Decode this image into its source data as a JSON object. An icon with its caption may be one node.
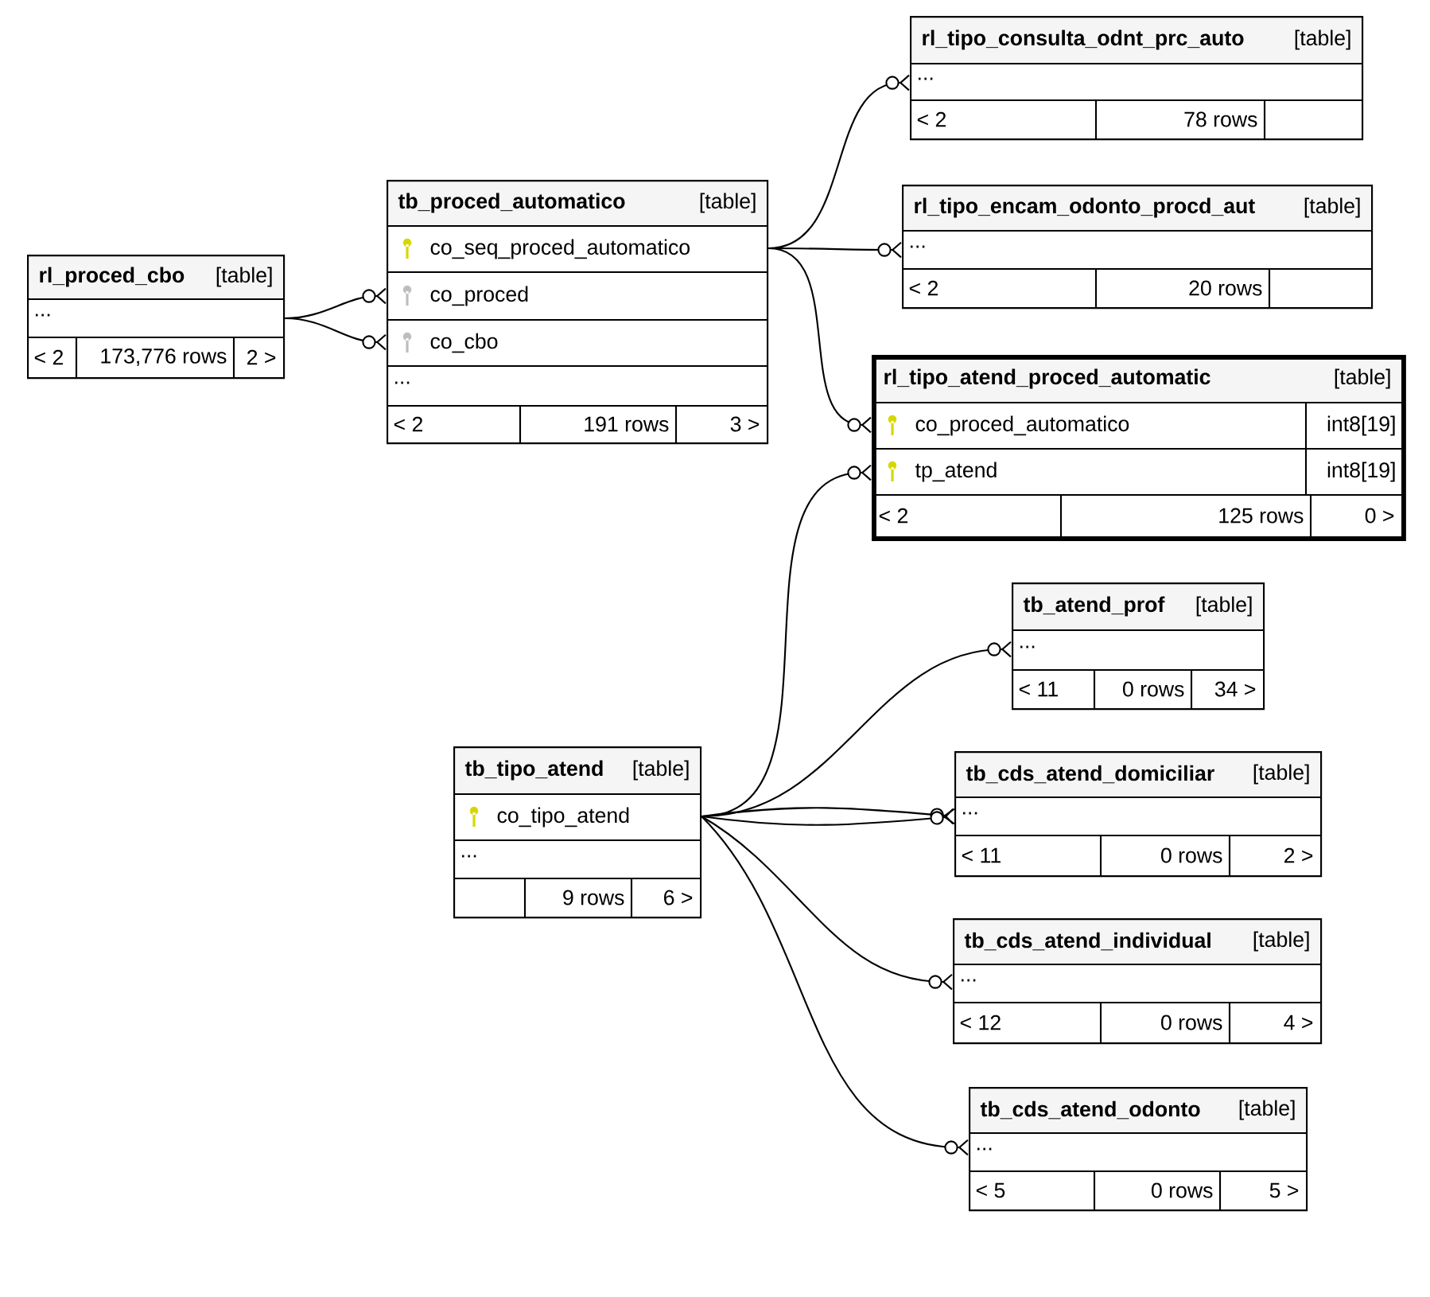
{
  "diagram": {
    "nodes": [
      {
        "text": [
          "rl_proced_cbo",
          "[table]",
          "...",
          "< 2",
          "173,776 rows",
          "2 >"
        ]
      },
      {
        "text": [
          "tb_proced_automatico",
          "[table]",
          "co_seq_proced_automatico",
          "co_proced",
          "co_cbo",
          "...",
          "< 2",
          "191 rows",
          "3 >"
        ]
      },
      {
        "text": [
          "rl_tipo_consulta_odnt_prc_auto",
          "[table]",
          "...",
          "< 2",
          "78 rows"
        ]
      },
      {
        "text": [
          "rl_tipo_encam_odonto_procd_aut",
          "[table]",
          "...",
          "< 2",
          "20 rows"
        ]
      },
      {
        "text": [
          "rl_tipo_atend_proced_automatic",
          "[table]",
          "co_proced_automatico",
          "int8[19]",
          "tp_atend",
          "int8[19]",
          "< 2",
          "125 rows",
          "0 >"
        ]
      },
      {
        "text": [
          "tb_atend_prof",
          "[table]",
          "...",
          "< 11",
          "0 rows",
          "34 >"
        ]
      },
      {
        "text": [
          "tb_tipo_atend",
          "[table]",
          "co_tipo_atend",
          "...",
          "9 rows",
          "6 >"
        ]
      },
      {
        "text": [
          "tb_cds_atend_domiciliar",
          "[table]",
          "...",
          "< 11",
          "0 rows",
          "2 >"
        ]
      },
      {
        "text": [
          "tb_cds_atend_individual",
          "[table]",
          "...",
          "< 12",
          "0 rows",
          "4 >"
        ]
      },
      {
        "text": [
          "tb_cds_atend_odonto",
          "[table]",
          "...",
          "< 5",
          "0 rows",
          "5 >"
        ]
      }
    ],
    "edges": [
      {
        "from": 0,
        "to": 1,
        "arrow": "other"
      },
      {
        "from": 0,
        "to": 1,
        "arrow": "other"
      },
      {
        "from": 1,
        "to": 2,
        "arrow": "other"
      },
      {
        "from": 1,
        "to": 3,
        "arrow": "other"
      },
      {
        "from": 1,
        "to": 4,
        "arrow": "other"
      },
      {
        "from": 6,
        "to": 4,
        "arrow": "other"
      },
      {
        "from": 6,
        "to": 5,
        "arrow": "other"
      },
      {
        "from": 6,
        "to": 7,
        "arrow": "other"
      },
      {
        "from": 6,
        "to": 7,
        "arrow": "other"
      },
      {
        "from": 6,
        "to": 8,
        "arrow": "other"
      },
      {
        "from": 6,
        "to": 9,
        "arrow": "other"
      }
    ]
  }
}
